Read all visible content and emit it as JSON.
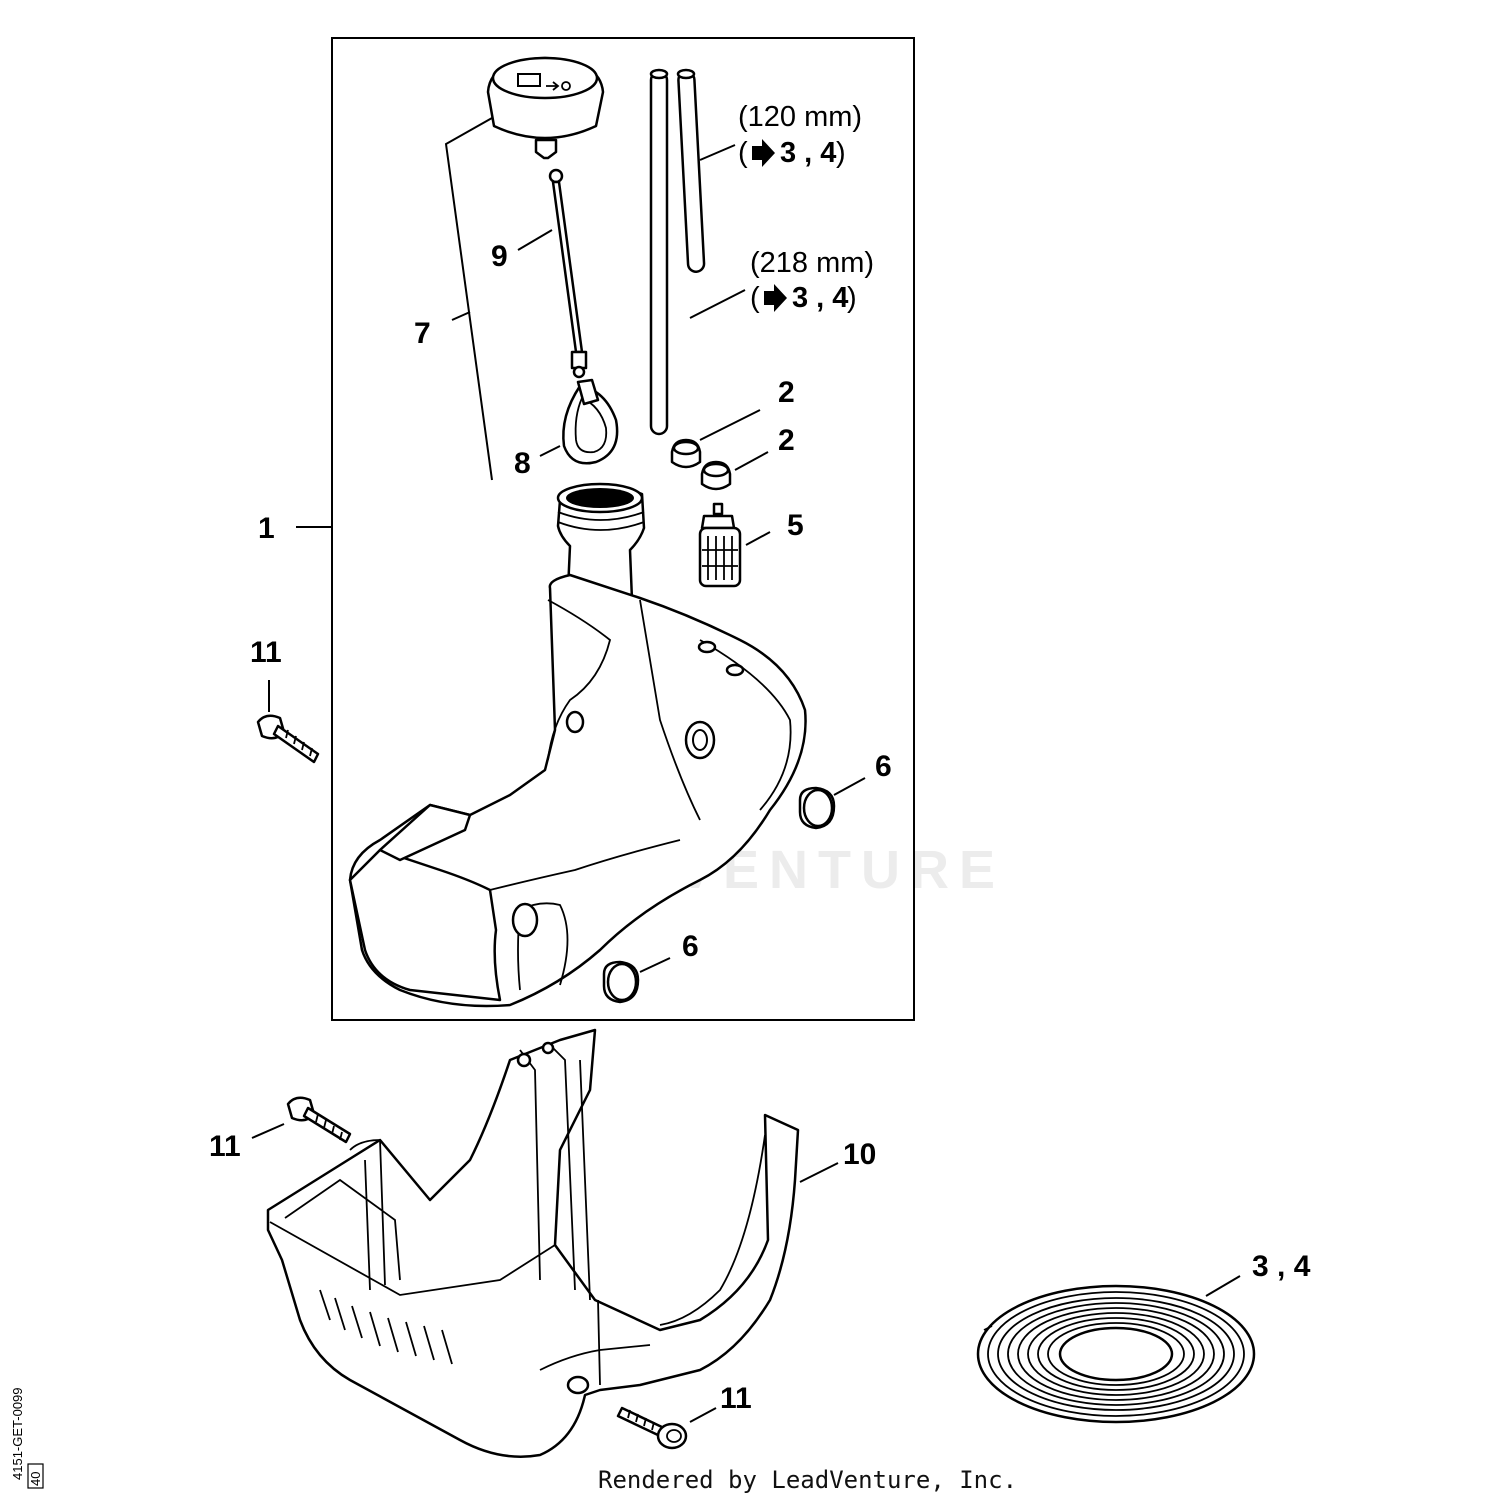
{
  "callouts": {
    "c1": "1",
    "c2a": "2",
    "c2b": "2",
    "c5": "5",
    "c6a": "6",
    "c6b": "6",
    "c7": "7",
    "c8": "8",
    "c9": "9",
    "c10": "10",
    "c11a": "11",
    "c11b": "11",
    "c11c": "11",
    "c34": "3 , 4"
  },
  "hose_notes": {
    "short_length": "(120 mm)",
    "short_ref_open": "(",
    "short_ref": "3 , 4",
    "short_ref_close": ")",
    "long_length": "(218 mm)",
    "long_ref_open": "(",
    "long_ref": "3 , 4",
    "long_ref_close": ")"
  },
  "icons": {
    "ref_arrow": "arrow-right-icon"
  },
  "watermark": "LEADVENTURE",
  "footer": "Rendered by LeadVenture, Inc.",
  "side_code": "4151-GET-0099",
  "side_box": "40"
}
